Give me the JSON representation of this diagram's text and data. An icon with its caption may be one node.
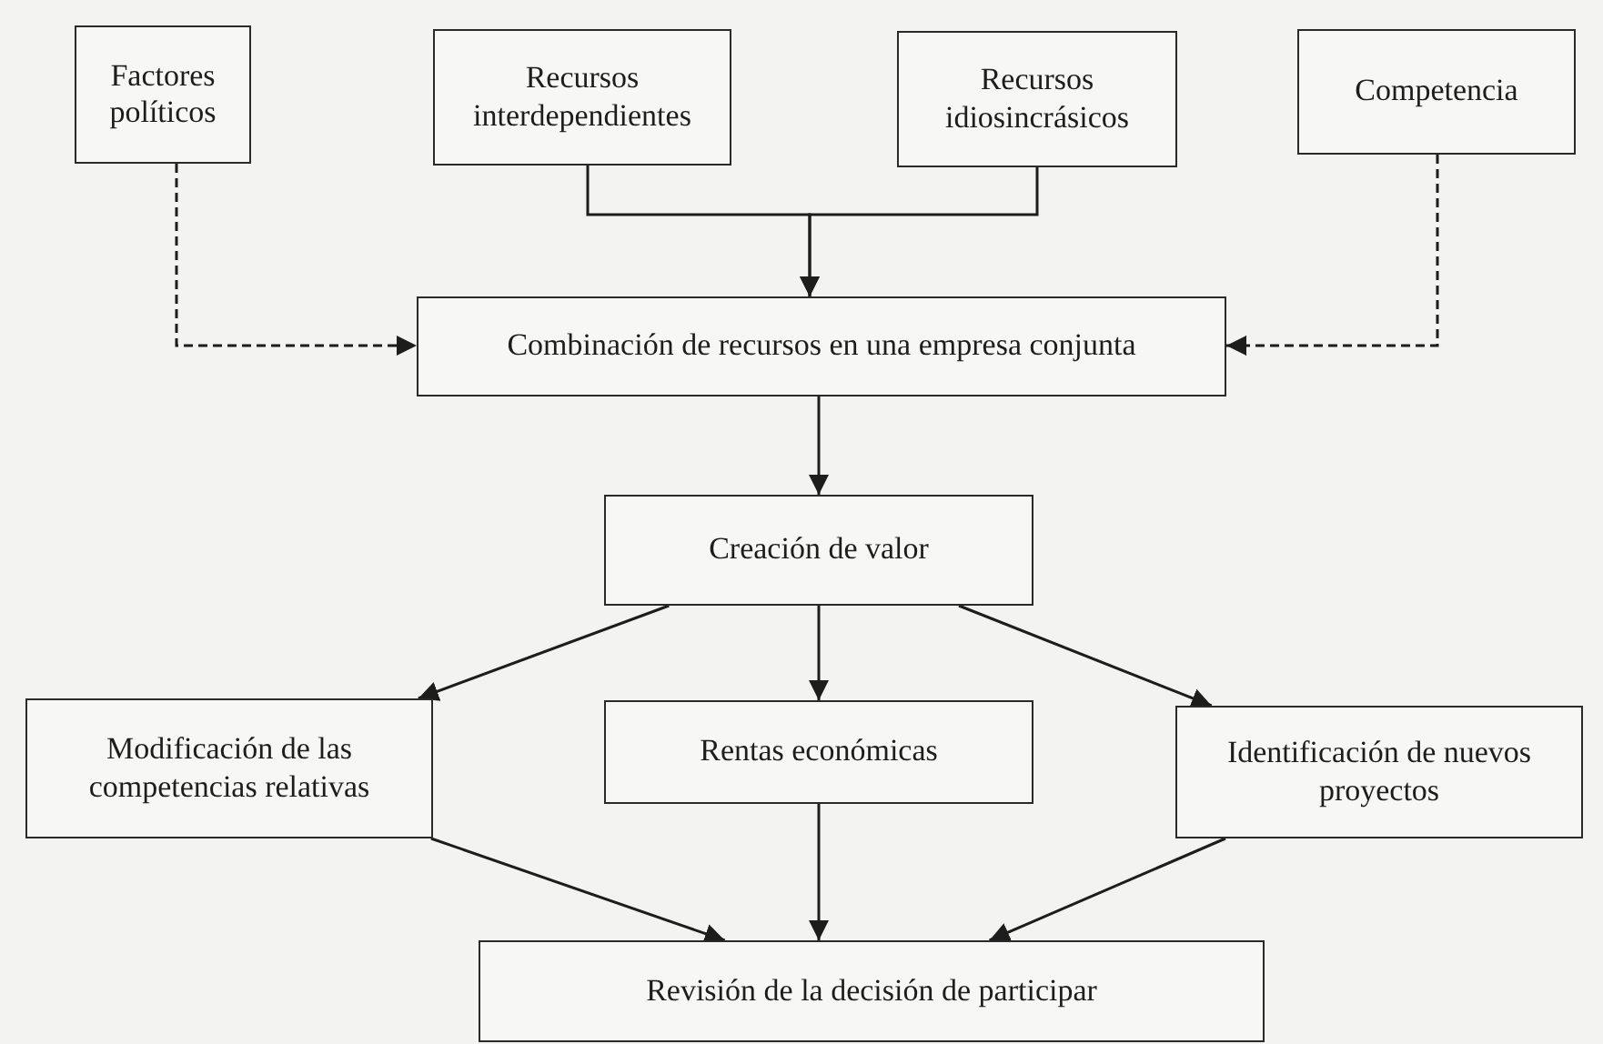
{
  "diagram": {
    "nodes": [
      {
        "text": [
          "Factores políticos"
        ]
      },
      {
        "text": [
          "Recursos interdependientes"
        ]
      },
      {
        "text": [
          "Recursos idiosincrásicos"
        ]
      },
      {
        "text": [
          "Competencia"
        ]
      },
      {
        "text": [
          "Combinación de recursos en una empresa conjunta"
        ]
      },
      {
        "text": [
          "Creación de valor"
        ]
      },
      {
        "text": [
          "Modificación de las competencias relativas"
        ]
      },
      {
        "text": [
          "Rentas económicas"
        ]
      },
      {
        "text": [
          "Identificación de nuevos proyectos"
        ]
      },
      {
        "text": [
          "Revisión de la decisión de participar"
        ]
      }
    ],
    "edges": [
      {
        "from": 0,
        "to": 4,
        "arrow": "to",
        "style": "dashed"
      },
      {
        "from": 1,
        "to": 4,
        "arrow": "to"
      },
      {
        "from": 2,
        "to": 4,
        "arrow": "to"
      },
      {
        "from": 3,
        "to": 4,
        "arrow": "to",
        "style": "dashed"
      },
      {
        "from": 4,
        "to": 5,
        "arrow": "to"
      },
      {
        "from": 5,
        "to": 6,
        "arrow": "to"
      },
      {
        "from": 5,
        "to": 7,
        "arrow": "to"
      },
      {
        "from": 5,
        "to": 8,
        "arrow": "to"
      },
      {
        "from": 6,
        "to": 9,
        "arrow": "to"
      },
      {
        "from": 7,
        "to": 9,
        "arrow": "to"
      },
      {
        "from": 8,
        "to": 9,
        "arrow": "to"
      }
    ]
  }
}
